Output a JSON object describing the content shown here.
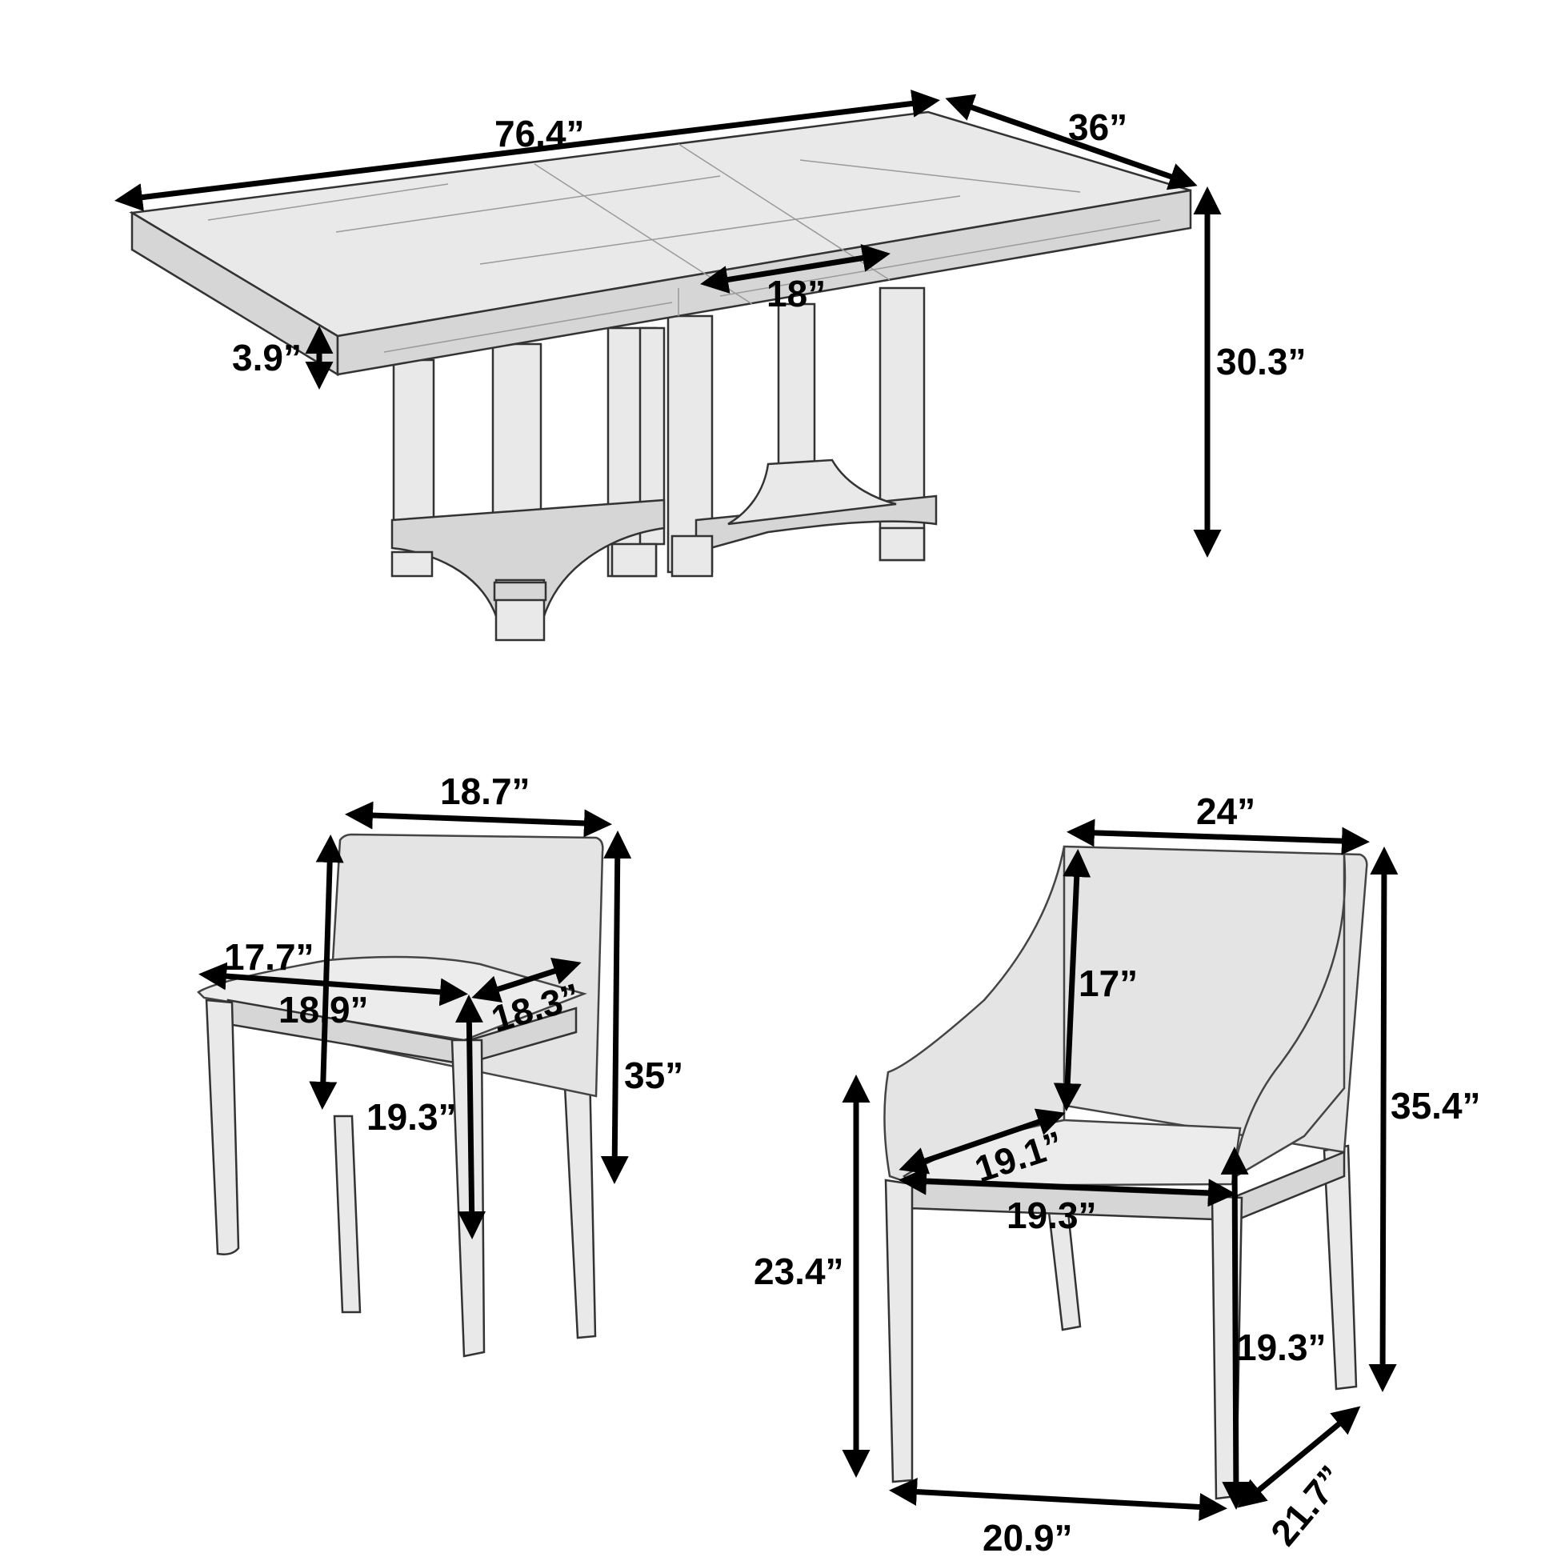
{
  "table": {
    "length": "76.4”",
    "width": "36”",
    "height": "30.3”",
    "leaf": "18”",
    "top_thickness": "3.9”"
  },
  "side_chair": {
    "back_width": "18.7”",
    "back_height": "17.7”",
    "overall_height": "35”",
    "seat_width": "18.9”",
    "seat_depth": "18.3”",
    "seat_height": "19.3”"
  },
  "arm_chair": {
    "back_width": "24”",
    "back_height": "17”",
    "overall_height": "35.4”",
    "arm_height": "23.4”",
    "seat_depth": "19.1”",
    "seat_width": "19.3”",
    "seat_height": "19.3”",
    "base_width": "20.9”",
    "base_depth": "21.7”"
  }
}
